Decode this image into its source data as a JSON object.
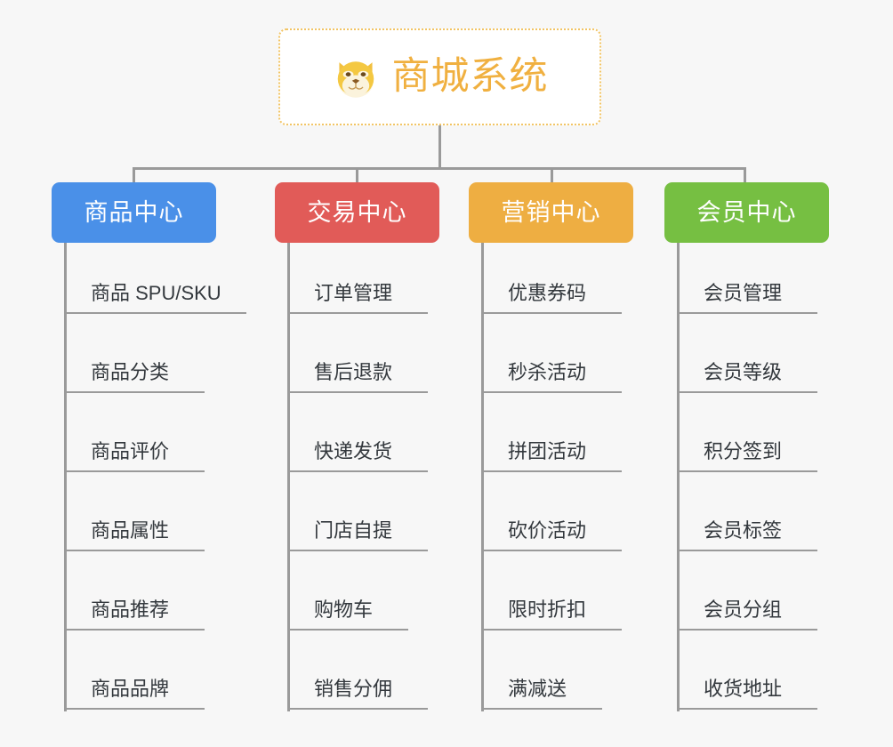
{
  "diagram": {
    "title": "商城系统",
    "root_icon": "dog-face-icon",
    "background_color": "#f7f7f7",
    "connector_color": "#9a9a9a",
    "root": {
      "label": "商城系统",
      "border_color": "#f2c464",
      "text_color": "#f0b040",
      "background_color": "#ffffff"
    },
    "branches": [
      {
        "label": "商品中心",
        "color": "#4a90e8",
        "items": [
          "商品 SPU/SKU",
          "商品分类",
          "商品评价",
          "商品属性",
          "商品推荐",
          "商品品牌"
        ]
      },
      {
        "label": "交易中心",
        "color": "#e15b58",
        "items": [
          "订单管理",
          "售后退款",
          "快递发货",
          "门店自提",
          "购物车",
          "销售分佣"
        ]
      },
      {
        "label": "营销中心",
        "color": "#eeae42",
        "items": [
          "优惠券码",
          "秒杀活动",
          "拼团活动",
          "砍价活动",
          "限时折扣",
          "满减送"
        ]
      },
      {
        "label": "会员中心",
        "color": "#76bf42",
        "items": [
          "会员管理",
          "会员等级",
          "积分签到",
          "会员标签",
          "会员分组",
          "收货地址"
        ]
      }
    ]
  }
}
